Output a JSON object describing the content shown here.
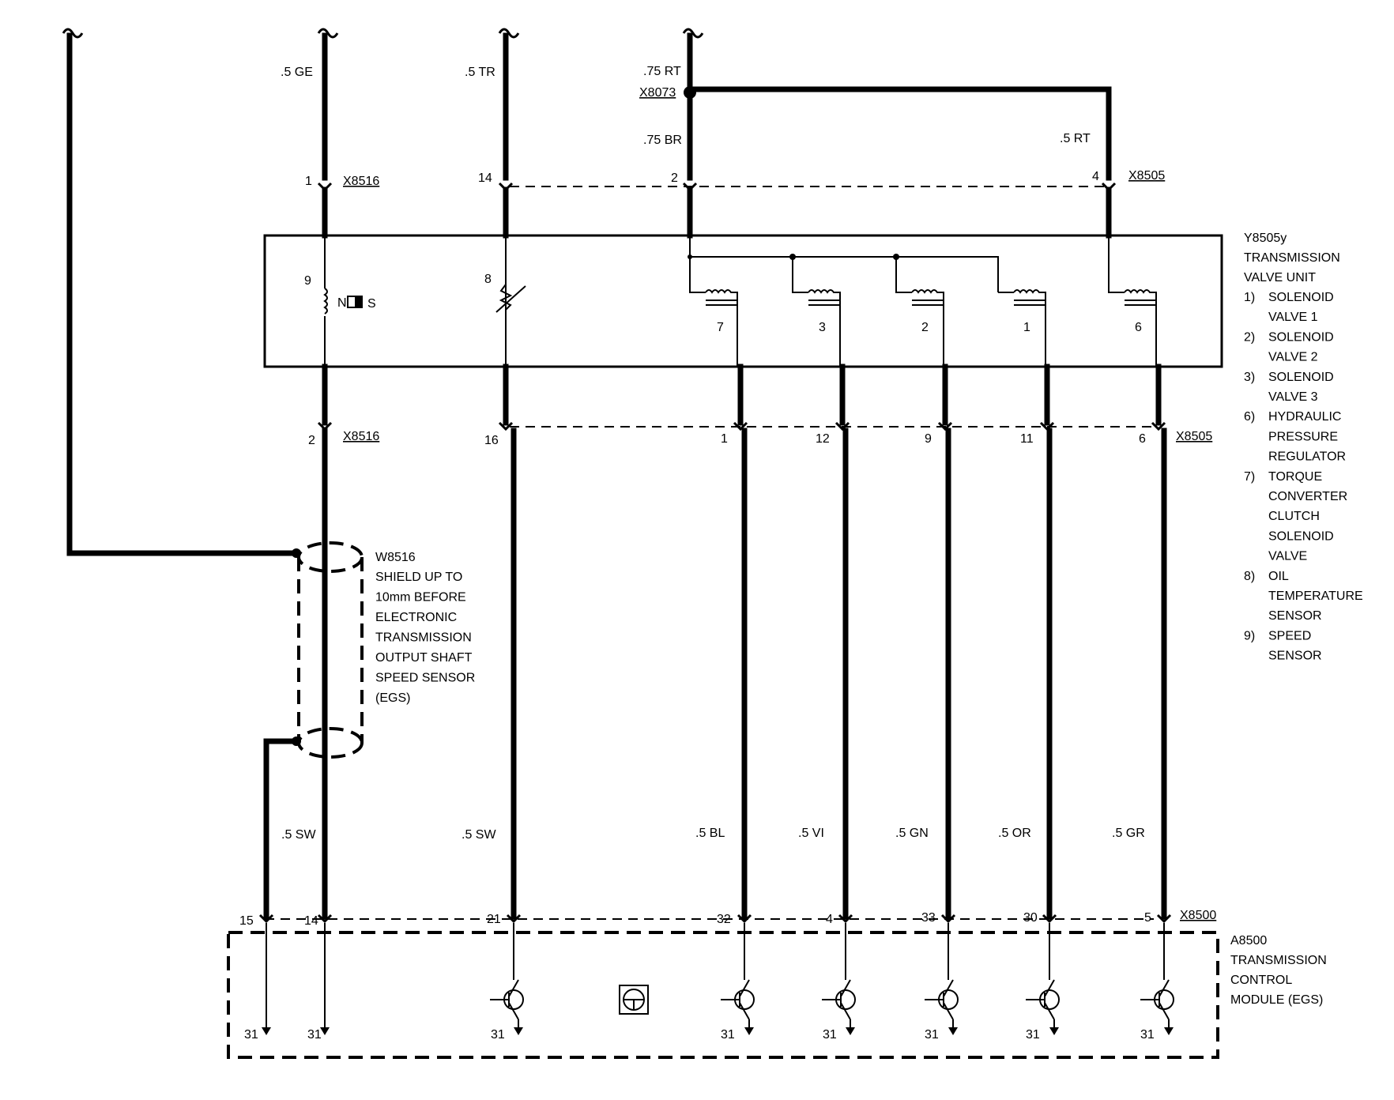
{
  "wire_colors": {
    "top_ge": ".5 GE",
    "top_tr": ".5 TR",
    "top_rt": ".75 RT",
    "br": ".75 BR",
    "rt5": ".5 RT",
    "sw_left": ".5 SW",
    "sw_mid": ".5 SW",
    "bl": ".5 BL",
    "vi": ".5 VI",
    "gn": ".5 GN",
    "or": ".5 OR",
    "gr": ".5 GR"
  },
  "connectors": {
    "x8073": "X8073",
    "x8516_top": "X8516",
    "x8505_top": "X8505",
    "x8516_bottom": "X8516",
    "x8505_bottom": "X8505",
    "x8500": "X8500"
  },
  "pins_top": {
    "a": "1",
    "b": "14",
    "c": "2",
    "d": "4"
  },
  "pins_mid": {
    "a": "2",
    "b": "16",
    "c": "1",
    "d": "12",
    "e": "9",
    "f": "11",
    "g": "6"
  },
  "pins_module": {
    "a": "15",
    "b": "14",
    "c": "21",
    "d": "32",
    "e": "4",
    "f": "33",
    "g": "30",
    "h": "5"
  },
  "component_numbers": {
    "speed": "9",
    "oil": "8",
    "sol7": "7",
    "sol3": "3",
    "sol2": "2",
    "sol1": "1",
    "sol6": "6"
  },
  "sensor_poles": {
    "n": "N",
    "s": "S"
  },
  "ground": "31",
  "valve_unit": {
    "id": "Y8505y",
    "title_lines": [
      "TRANSMISSION",
      "VALVE UNIT"
    ],
    "legend": [
      {
        "num": "1)",
        "lines": [
          "SOLENOID",
          "VALVE 1"
        ]
      },
      {
        "num": "2)",
        "lines": [
          "SOLENOID",
          "VALVE 2"
        ]
      },
      {
        "num": "3)",
        "lines": [
          "SOLENOID",
          "VALVE 3"
        ]
      },
      {
        "num": "6)",
        "lines": [
          "HYDRAULIC",
          "PRESSURE",
          "REGULATOR"
        ]
      },
      {
        "num": "7)",
        "lines": [
          "TORQUE",
          "CONVERTER",
          "CLUTCH",
          "SOLENOID",
          "VALVE"
        ]
      },
      {
        "num": "8)",
        "lines": [
          "OIL",
          "TEMPERATURE",
          "SENSOR"
        ]
      },
      {
        "num": "9)",
        "lines": [
          "SPEED",
          "SENSOR"
        ]
      }
    ]
  },
  "shield": {
    "id": "W8516",
    "lines": [
      "SHIELD UP TO",
      "10mm BEFORE",
      "ELECTRONIC",
      "TRANSMISSION",
      "OUTPUT SHAFT",
      "SPEED SENSOR",
      "(EGS)"
    ]
  },
  "module": {
    "id": "A8500",
    "lines": [
      "TRANSMISSION",
      "CONTROL",
      "MODULE (EGS)"
    ]
  }
}
